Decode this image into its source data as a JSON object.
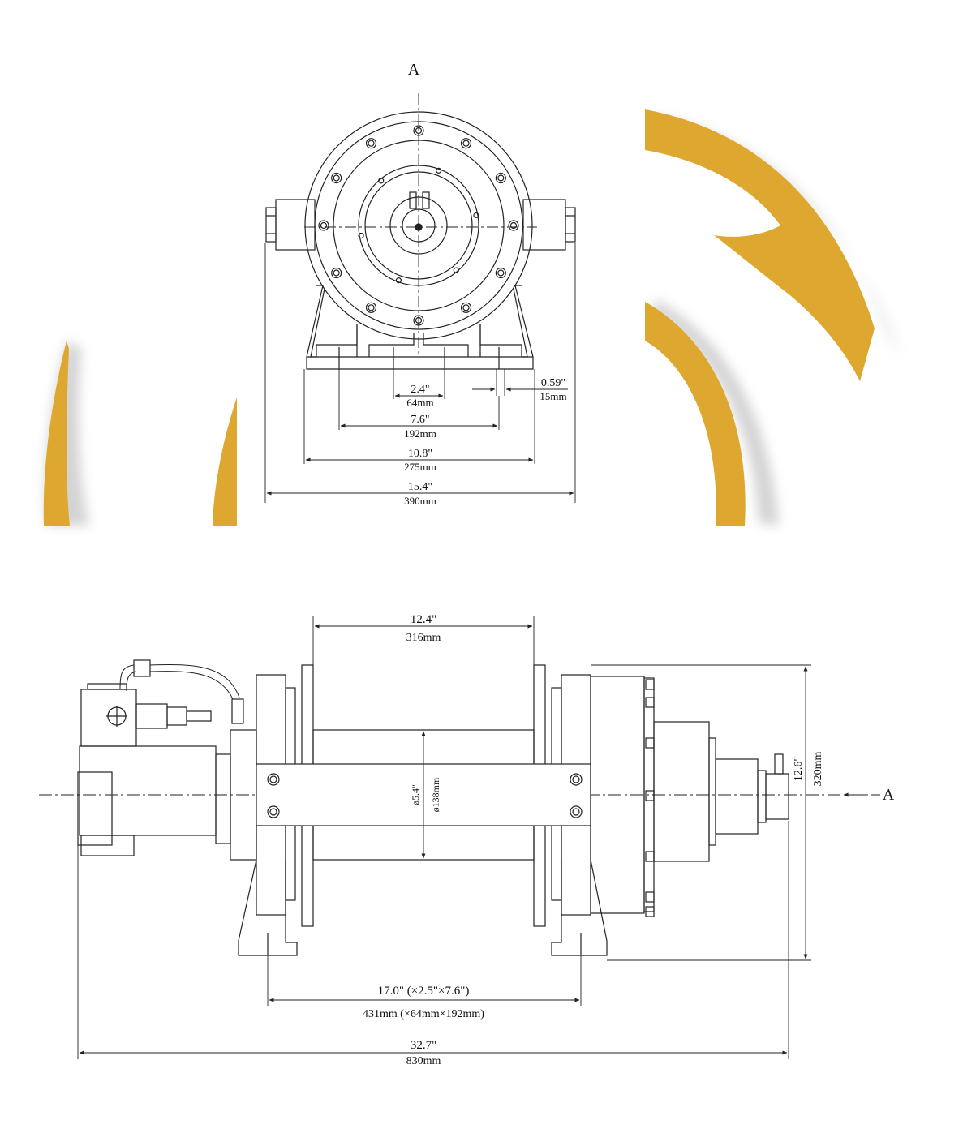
{
  "colors": {
    "accent": "#dea72f",
    "shadow": "#c9c9c9",
    "line": "#222222"
  },
  "front_view": {
    "view_label": "A",
    "dims": [
      {
        "imperial": "2.4\"",
        "metric": "64mm"
      },
      {
        "imperial": "0.59\"",
        "metric": "15mm"
      },
      {
        "imperial": "7.6\"",
        "metric": "192mm"
      },
      {
        "imperial": "10.8\"",
        "metric": "275mm"
      },
      {
        "imperial": "15.4\"",
        "metric": "390mm"
      }
    ]
  },
  "side_view": {
    "arrow_label": "A",
    "dims": [
      {
        "imperial": "12.4\"",
        "metric": "316mm"
      },
      {
        "imperial": "ø5.4\"",
        "metric": "ø138mm"
      },
      {
        "imperial": "12.6\"",
        "metric": "320mm"
      },
      {
        "imperial": "17.0\" (×2.5\"×7.6\")",
        "metric": "431mm (×64mm×192mm)"
      },
      {
        "imperial": "32.7\"",
        "metric": "830mm"
      }
    ]
  }
}
